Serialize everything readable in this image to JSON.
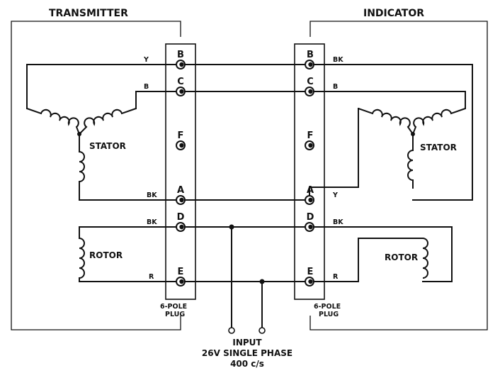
{
  "units": {
    "transmitter": {
      "title": "TRANSMITTER",
      "stator_label": "STATOR",
      "rotor_label": "ROTOR",
      "plug_label_line1": "6-POLE",
      "plug_label_line2": "PLUG",
      "wire_colors": {
        "B_pin": "Y",
        "C_pin": "B",
        "A_pin": "BK",
        "D_pin": "BK",
        "E_pin": "R"
      }
    },
    "indicator": {
      "title": "INDICATOR",
      "stator_label": "STATOR",
      "rotor_label": "ROTOR",
      "plug_label_line1": "6-POLE",
      "plug_label_line2": "PLUG",
      "wire_colors": {
        "B_pin": "BK",
        "C_pin": "B",
        "A_pin": "Y",
        "D_pin": "BK",
        "E_pin": "R"
      }
    }
  },
  "pins": [
    "B",
    "C",
    "F",
    "A",
    "D",
    "E"
  ],
  "input": {
    "line1": "INPUT",
    "line2": "26V SINGLE PHASE",
    "line3": "400 c/s"
  }
}
